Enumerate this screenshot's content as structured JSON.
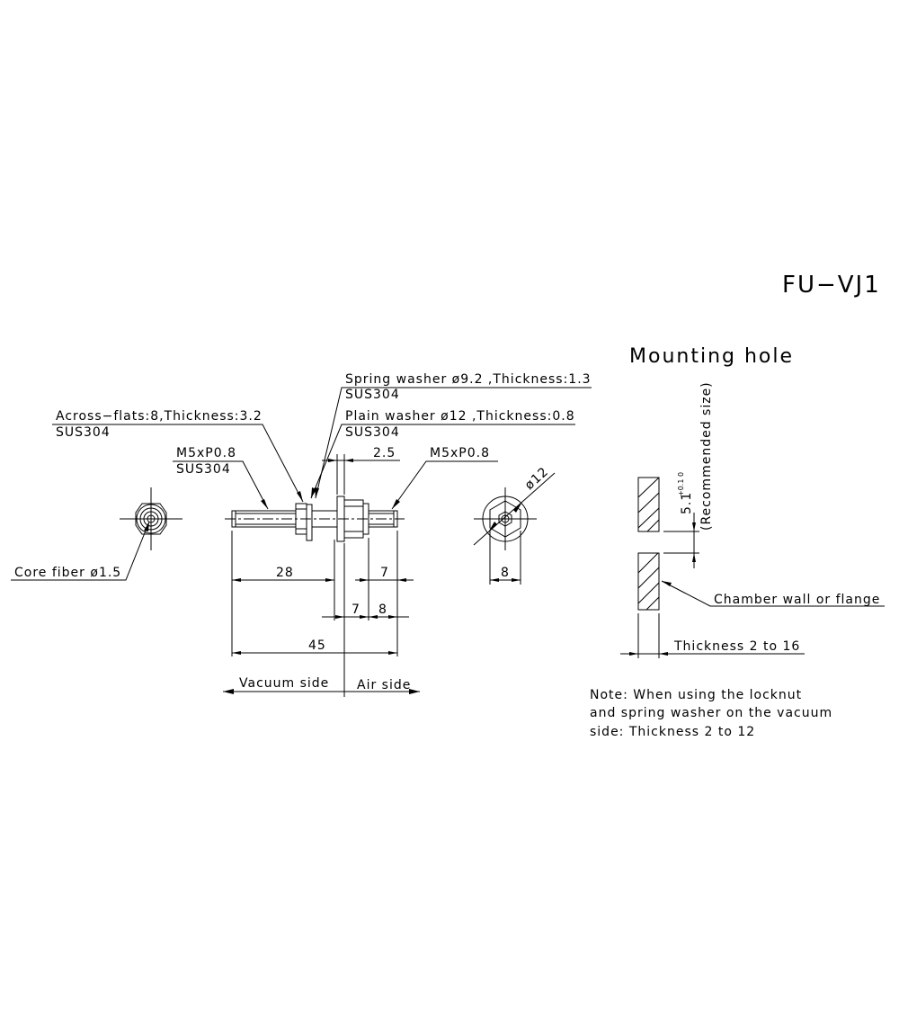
{
  "title": "FU−VJ1",
  "mounting": {
    "heading": "Mounting hole",
    "recommended": "(Recommended size)",
    "hole_dim": "5.1",
    "hole_tol": "+0.1 0",
    "chamber_label": "Chamber wall or flange",
    "thickness_label": "Thickness 2 to 16"
  },
  "callouts": {
    "spring_washer": "Spring washer ø9.2 ,Thickness:1.3",
    "spring_washer_mat": "SUS304",
    "plain_washer": "Plain washer ø12 ,Thickness:0.8",
    "plain_washer_mat": "SUS304",
    "across_flats": "Across−flats:8,Thickness:3.2",
    "across_flats_mat": "SUS304",
    "thread_left": "M5xP0.8",
    "thread_left_mat": "SUS304",
    "thread_right": "M5xP0.8",
    "core_fiber": "Core fiber ø1.5",
    "dia_12": "ø12"
  },
  "dimensions": {
    "d28": "28",
    "d7a": "7",
    "d7b": "7",
    "d8a": "8",
    "d45": "45",
    "d25": "2.5",
    "d8b": "8"
  },
  "sides": {
    "vacuum": "Vacuum side",
    "air": "Air side"
  },
  "note": {
    "line1": "Note: When using the locknut",
    "line2": "and spring washer on the vacuum",
    "line3": "side: Thickness 2 to 12"
  }
}
